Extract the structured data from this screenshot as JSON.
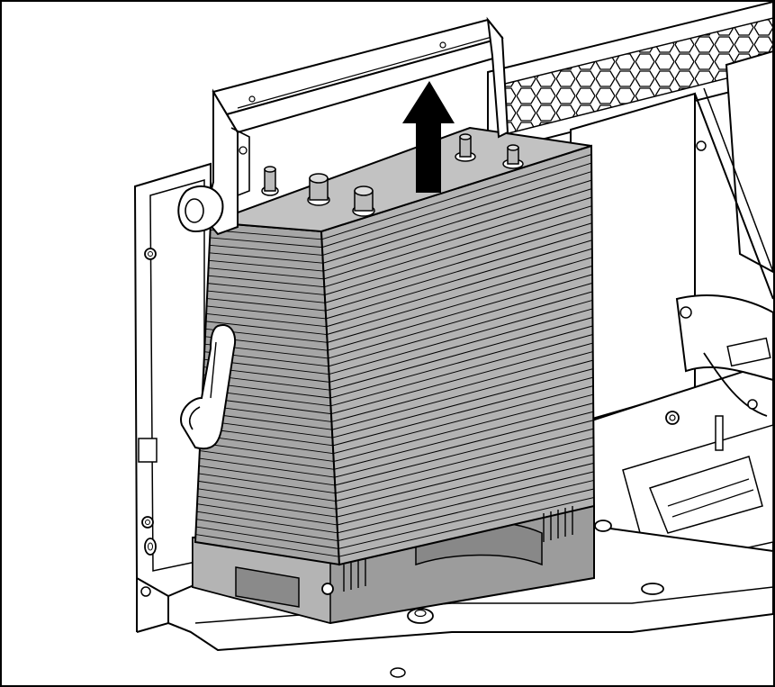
{
  "figure": {
    "kind": "technical illustration",
    "subject": "heatsink-removal",
    "arrow_direction": "up",
    "colors": {
      "outline": "#000000",
      "heatsink_fill": "#a9a9a9",
      "heatsink_dark": "#8f8f8f",
      "heatsink_light": "#c4c4c4",
      "chassis_fill": "#ffffff",
      "arrow_fill": "#000000"
    }
  }
}
